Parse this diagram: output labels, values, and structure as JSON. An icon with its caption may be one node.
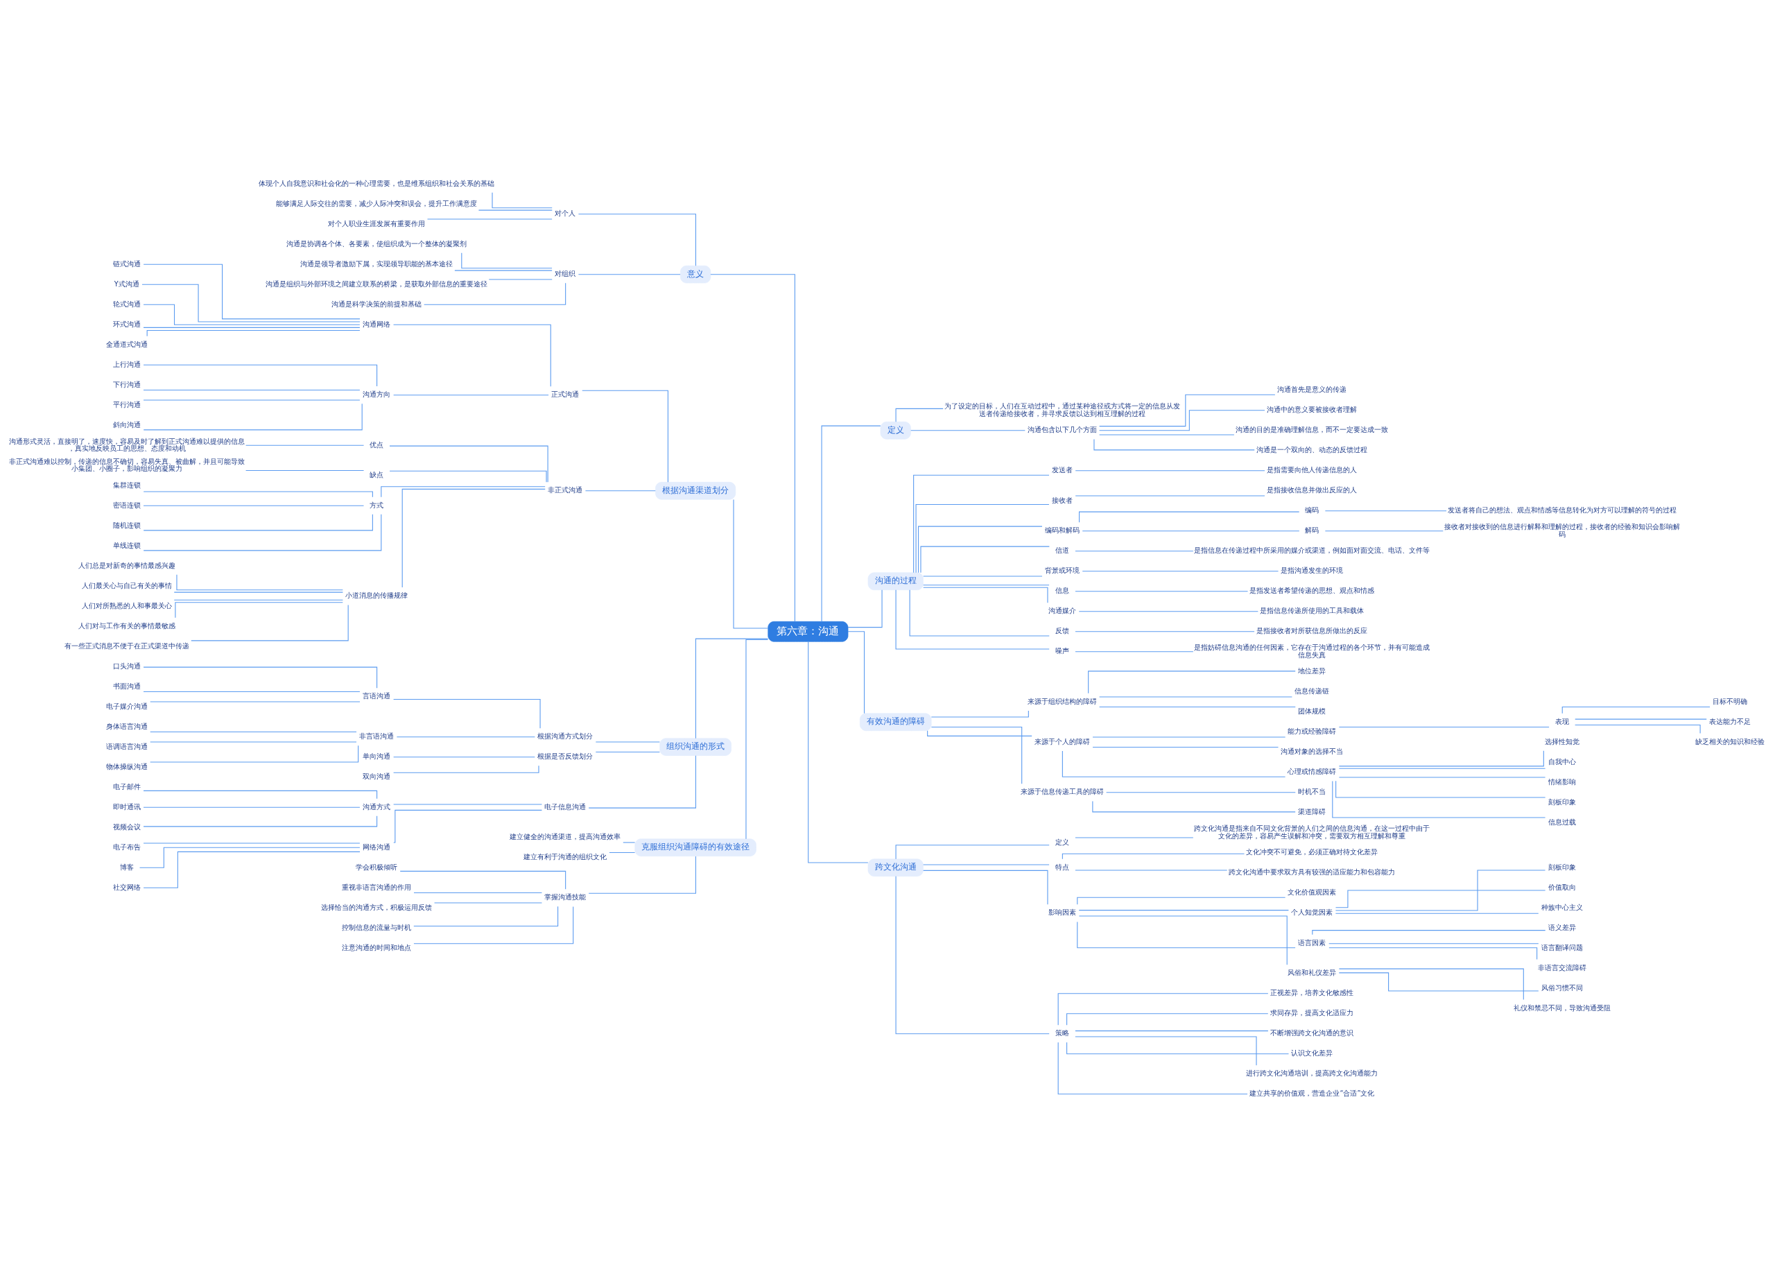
{
  "diagram": {
    "nodes": [
      {
        "text": [
          "第六章：沟通"
        ]
      },
      {
        "text": [
          "意义"
        ]
      },
      {
        "text": [
          "对个人"
        ]
      },
      {
        "text": [
          "体现个人自我意识和社会化的一种心理需要，也是维系组织和社会关系的基础"
        ]
      },
      {
        "text": [
          "能够满足人际交往的需要，减少人际冲突和误会，提升工作满意度"
        ]
      },
      {
        "text": [
          "对个人职业生涯发展有重要作用"
        ]
      },
      {
        "text": [
          "对组织"
        ]
      },
      {
        "text": [
          "沟通是协调各个体、各要素，使组织成为一个整体的凝聚剂"
        ]
      },
      {
        "text": [
          "沟通是领导者激励下属，实现领导职能的基本途径"
        ]
      },
      {
        "text": [
          "沟通是组织与外部环境之间建立联系的桥梁，是获取外部信息的重要途径"
        ]
      },
      {
        "text": [
          "沟通是科学决策的前提和基础"
        ]
      },
      {
        "text": [
          "根据沟通渠道划分"
        ]
      },
      {
        "text": [
          "正式沟通"
        ]
      },
      {
        "text": [
          "沟通网络"
        ]
      },
      {
        "text": [
          "链式沟通"
        ]
      },
      {
        "text": [
          "Y式沟通"
        ]
      },
      {
        "text": [
          "轮式沟通"
        ]
      },
      {
        "text": [
          "环式沟通"
        ]
      },
      {
        "text": [
          "全通道式沟通"
        ]
      },
      {
        "text": [
          "沟通方向"
        ]
      },
      {
        "text": [
          "上行沟通"
        ]
      },
      {
        "text": [
          "下行沟通"
        ]
      },
      {
        "text": [
          "平行沟通"
        ]
      },
      {
        "text": [
          "斜向沟通"
        ]
      },
      {
        "text": [
          "非正式沟通"
        ]
      },
      {
        "text": [
          "优点"
        ]
      },
      {
        "text": [
          "沟通形式灵活，直接明了，速度快，容易及时了解到正式沟通难以提供的信息，真实地反映员工的思想、态度和动机"
        ]
      },
      {
        "text": [
          "缺点"
        ]
      },
      {
        "text": [
          "非正式沟通难以控制，传递的信息不确切，容易失真、被曲解，并且可能导致小集团、小圈子，影响组织的凝聚力"
        ]
      },
      {
        "text": [
          "方式"
        ]
      },
      {
        "text": [
          "集群连锁"
        ]
      },
      {
        "text": [
          "密语连锁"
        ]
      },
      {
        "text": [
          "随机连锁"
        ]
      },
      {
        "text": [
          "单线连锁"
        ]
      },
      {
        "text": [
          "小道消息的传播规律"
        ]
      },
      {
        "text": [
          "人们总是对新奇的事情最感兴趣"
        ]
      },
      {
        "text": [
          "人们最关心与自己有关的事情"
        ]
      },
      {
        "text": [
          "人们对所熟悉的人和事最关心"
        ]
      },
      {
        "text": [
          "人们对与工作有关的事情最敏感"
        ]
      },
      {
        "text": [
          "有一些正式消息不便于在正式渠道中传递"
        ]
      },
      {
        "text": [
          "组织沟通的形式"
        ]
      },
      {
        "text": [
          "根据沟通方式划分"
        ]
      },
      {
        "text": [
          "言语沟通"
        ]
      },
      {
        "text": [
          "口头沟通"
        ]
      },
      {
        "text": [
          "书面沟通"
        ]
      },
      {
        "text": [
          "电子媒介沟通"
        ]
      },
      {
        "text": [
          "非言语沟通"
        ]
      },
      {
        "text": [
          "身体语言沟通"
        ]
      },
      {
        "text": [
          "语调语言沟通"
        ]
      },
      {
        "text": [
          "物体操纵沟通"
        ]
      },
      {
        "text": [
          "根据是否反馈划分"
        ]
      },
      {
        "text": [
          "单向沟通"
        ]
      },
      {
        "text": [
          "双向沟通"
        ]
      },
      {
        "text": [
          "电子信息沟通"
        ]
      },
      {
        "text": [
          "沟通方式"
        ]
      },
      {
        "text": [
          "电子邮件"
        ]
      },
      {
        "text": [
          "即时通讯"
        ]
      },
      {
        "text": [
          "视频会议"
        ]
      },
      {
        "text": [
          "网络沟通"
        ]
      },
      {
        "text": [
          "电子布告"
        ]
      },
      {
        "text": [
          "博客"
        ]
      },
      {
        "text": [
          "社交网络"
        ]
      },
      {
        "text": [
          "克服组织沟通障碍的有效途径"
        ]
      },
      {
        "text": [
          "建立健全的沟通渠道，提高沟通效率"
        ]
      },
      {
        "text": [
          "建立有利于沟通的组织文化"
        ]
      },
      {
        "text": [
          "掌握沟通技能"
        ]
      },
      {
        "text": [
          "学会积极倾听"
        ]
      },
      {
        "text": [
          "重视非语言沟通的作用"
        ]
      },
      {
        "text": [
          "选择恰当的沟通方式，积极运用反馈"
        ]
      },
      {
        "text": [
          "控制信息的流量与时机"
        ]
      },
      {
        "text": [
          "注意沟通的时间和地点"
        ]
      },
      {
        "text": [
          "定义"
        ]
      },
      {
        "text": [
          "为了设定的目标，人们在互动过程中，通过某种途径或方式将一定的信息从发送者传递给接收者，并寻求反馈以达到相互理解的过程"
        ]
      },
      {
        "text": [
          "沟通包含以下几个方面"
        ]
      },
      {
        "text": [
          "沟通首先是意义的传递"
        ]
      },
      {
        "text": [
          "沟通中的意义要被接收者理解"
        ]
      },
      {
        "text": [
          "沟通的目的是准确理解信息，而不一定要达成一致"
        ]
      },
      {
        "text": [
          "沟通是一个双向的、动态的反馈过程"
        ]
      },
      {
        "text": [
          "沟通的过程"
        ]
      },
      {
        "text": [
          "发送者"
        ]
      },
      {
        "text": [
          "是指需要向他人传递信息的人"
        ]
      },
      {
        "text": [
          "接收者"
        ]
      },
      {
        "text": [
          "是指接收信息并做出反应的人"
        ]
      },
      {
        "text": [
          "编码和解码"
        ]
      },
      {
        "text": [
          "编码"
        ]
      },
      {
        "text": [
          "发送者将自己的想法、观点和情感等信息转化为对方可以理解的符号的过程"
        ]
      },
      {
        "text": [
          "解码"
        ]
      },
      {
        "text": [
          "接收者对接收到的信息进行解释和理解的过程，接收者的经验和知识会影响解码"
        ]
      },
      {
        "text": [
          "信道"
        ]
      },
      {
        "text": [
          "是指信息在传递过程中所采用的媒介或渠道，例如面对面交流、电话、文件等"
        ]
      },
      {
        "text": [
          "背景或环境"
        ]
      },
      {
        "text": [
          "是指沟通发生的环境"
        ]
      },
      {
        "text": [
          "信息"
        ]
      },
      {
        "text": [
          "是指发送者希望传递的思想、观点和情感"
        ]
      },
      {
        "text": [
          "沟通媒介"
        ]
      },
      {
        "text": [
          "是指信息传递所使用的工具和载体"
        ]
      },
      {
        "text": [
          "反馈"
        ]
      },
      {
        "text": [
          "是指接收者对所获信息所做出的反应"
        ]
      },
      {
        "text": [
          "噪声"
        ]
      },
      {
        "text": [
          "是指妨碍信息沟通的任何因素，它存在于沟通过程的各个环节，并有可能造成信息失真"
        ]
      },
      {
        "text": [
          "有效沟通的障碍"
        ]
      },
      {
        "text": [
          "来源于组织结构的障碍"
        ]
      },
      {
        "text": [
          "地位差异"
        ]
      },
      {
        "text": [
          "信息传递链"
        ]
      },
      {
        "text": [
          "团体规模"
        ]
      },
      {
        "text": [
          "来源于个人的障碍"
        ]
      },
      {
        "text": [
          "能力或经验障碍"
        ]
      },
      {
        "text": [
          "表现"
        ]
      },
      {
        "text": [
          "目标不明确"
        ]
      },
      {
        "text": [
          "表达能力不足"
        ]
      },
      {
        "text": [
          "缺乏相关的知识和经验"
        ]
      },
      {
        "text": [
          "沟通对象的选择不当"
        ]
      },
      {
        "text": [
          "心理或情感障碍"
        ]
      },
      {
        "text": [
          "选择性知觉"
        ]
      },
      {
        "text": [
          "自我中心"
        ]
      },
      {
        "text": [
          "情绪影响"
        ]
      },
      {
        "text": [
          "刻板印象"
        ]
      },
      {
        "text": [
          "信息过载"
        ]
      },
      {
        "text": [
          "来源于信息传递工具的障碍"
        ]
      },
      {
        "text": [
          "时机不当"
        ]
      },
      {
        "text": [
          "渠道障碍"
        ]
      },
      {
        "text": [
          "跨文化沟通"
        ]
      },
      {
        "text": [
          "定义"
        ]
      },
      {
        "text": [
          "跨文化沟通是指来自不同文化背景的人们之间的信息沟通，在这一过程中由于文化的差异，容易产生误解和冲突，需要双方相互理解和尊重"
        ]
      },
      {
        "text": [
          "特点"
        ]
      },
      {
        "text": [
          "文化冲突不可避免，必须正确对待文化差异"
        ]
      },
      {
        "text": [
          "跨文化沟通中要求双方具有较强的适应能力和包容能力"
        ]
      },
      {
        "text": [
          "影响因素"
        ]
      },
      {
        "text": [
          "文化价值观因素"
        ]
      },
      {
        "text": [
          "个人知觉因素"
        ]
      },
      {
        "text": [
          "刻板印象"
        ]
      },
      {
        "text": [
          "价值取向"
        ]
      },
      {
        "text": [
          "种族中心主义"
        ]
      },
      {
        "text": [
          "语言因素"
        ]
      },
      {
        "text": [
          "语义差异"
        ]
      },
      {
        "text": [
          "语言翻译问题"
        ]
      },
      {
        "text": [
          "非语言交流障碍"
        ]
      },
      {
        "text": [
          "风俗和礼仪差异"
        ]
      },
      {
        "text": [
          "风俗习惯不同"
        ]
      },
      {
        "text": [
          "礼仪和禁忌不同，导致沟通受阻"
        ]
      },
      {
        "text": [
          "策略"
        ]
      },
      {
        "text": [
          "正视差异，培养文化敏感性"
        ]
      },
      {
        "text": [
          "求同存异，提高文化适应力"
        ]
      },
      {
        "text": [
          "不断增强跨文化沟通的意识"
        ]
      },
      {
        "text": [
          "认识文化差异"
        ]
      },
      {
        "text": [
          "进行跨文化沟通培训，提高跨文化沟通能力"
        ]
      },
      {
        "text": [
          "建立共享的价值观，营造企业“合适”文化"
        ]
      }
    ],
    "edges": [
      {
        "from": 0,
        "to": 1,
        "arrow": "none"
      },
      {
        "from": 0,
        "to": 11,
        "arrow": "none"
      },
      {
        "from": 0,
        "to": 40,
        "arrow": "none"
      },
      {
        "from": 0,
        "to": 62,
        "arrow": "none"
      },
      {
        "from": 0,
        "to": 71,
        "arrow": "none"
      },
      {
        "from": 0,
        "to": 78,
        "arrow": "none"
      },
      {
        "from": 0,
        "to": 100,
        "arrow": "none"
      },
      {
        "from": 0,
        "to": 121,
        "arrow": "none"
      },
      {
        "from": 1,
        "to": 2,
        "arrow": "none"
      },
      {
        "from": 1,
        "to": 6,
        "arrow": "none"
      },
      {
        "from": 2,
        "to": 3,
        "arrow": "none"
      },
      {
        "from": 2,
        "to": 4,
        "arrow": "none"
      },
      {
        "from": 2,
        "to": 5,
        "arrow": "none"
      },
      {
        "from": 6,
        "to": 7,
        "arrow": "none"
      },
      {
        "from": 6,
        "to": 8,
        "arrow": "none"
      },
      {
        "from": 6,
        "to": 9,
        "arrow": "none"
      },
      {
        "from": 6,
        "to": 10,
        "arrow": "none"
      },
      {
        "from": 11,
        "to": 12,
        "arrow": "none"
      },
      {
        "from": 11,
        "to": 24,
        "arrow": "none"
      },
      {
        "from": 12,
        "to": 13,
        "arrow": "none"
      },
      {
        "from": 12,
        "to": 19,
        "arrow": "none"
      },
      {
        "from": 13,
        "to": 14,
        "arrow": "none"
      },
      {
        "from": 13,
        "to": 15,
        "arrow": "none"
      },
      {
        "from": 13,
        "to": 16,
        "arrow": "none"
      },
      {
        "from": 13,
        "to": 17,
        "arrow": "none"
      },
      {
        "from": 13,
        "to": 18,
        "arrow": "none"
      },
      {
        "from": 19,
        "to": 20,
        "arrow": "none"
      },
      {
        "from": 19,
        "to": 21,
        "arrow": "none"
      },
      {
        "from": 19,
        "to": 22,
        "arrow": "none"
      },
      {
        "from": 19,
        "to": 23,
        "arrow": "none"
      },
      {
        "from": 24,
        "to": 25,
        "arrow": "none"
      },
      {
        "from": 24,
        "to": 27,
        "arrow": "none"
      },
      {
        "from": 24,
        "to": 29,
        "arrow": "none"
      },
      {
        "from": 24,
        "to": 34,
        "arrow": "none"
      },
      {
        "from": 25,
        "to": 26,
        "arrow": "none"
      },
      {
        "from": 27,
        "to": 28,
        "arrow": "none"
      },
      {
        "from": 29,
        "to": 30,
        "arrow": "none"
      },
      {
        "from": 29,
        "to": 31,
        "arrow": "none"
      },
      {
        "from": 29,
        "to": 32,
        "arrow": "none"
      },
      {
        "from": 29,
        "to": 33,
        "arrow": "none"
      },
      {
        "from": 34,
        "to": 35,
        "arrow": "none"
      },
      {
        "from": 34,
        "to": 36,
        "arrow": "none"
      },
      {
        "from": 34,
        "to": 37,
        "arrow": "none"
      },
      {
        "from": 34,
        "to": 38,
        "arrow": "none"
      },
      {
        "from": 34,
        "to": 39,
        "arrow": "none"
      },
      {
        "from": 40,
        "to": 41,
        "arrow": "none"
      },
      {
        "from": 40,
        "to": 50,
        "arrow": "none"
      },
      {
        "from": 40,
        "to": 53,
        "arrow": "none"
      },
      {
        "from": 41,
        "to": 42,
        "arrow": "none"
      },
      {
        "from": 41,
        "to": 46,
        "arrow": "none"
      },
      {
        "from": 42,
        "to": 43,
        "arrow": "none"
      },
      {
        "from": 42,
        "to": 44,
        "arrow": "none"
      },
      {
        "from": 42,
        "to": 45,
        "arrow": "none"
      },
      {
        "from": 46,
        "to": 47,
        "arrow": "none"
      },
      {
        "from": 46,
        "to": 48,
        "arrow": "none"
      },
      {
        "from": 46,
        "to": 49,
        "arrow": "none"
      },
      {
        "from": 50,
        "to": 51,
        "arrow": "none"
      },
      {
        "from": 50,
        "to": 52,
        "arrow": "none"
      },
      {
        "from": 53,
        "to": 54,
        "arrow": "none"
      },
      {
        "from": 53,
        "to": 58,
        "arrow": "none"
      },
      {
        "from": 54,
        "to": 55,
        "arrow": "none"
      },
      {
        "from": 54,
        "to": 56,
        "arrow": "none"
      },
      {
        "from": 54,
        "to": 57,
        "arrow": "none"
      },
      {
        "from": 58,
        "to": 59,
        "arrow": "none"
      },
      {
        "from": 58,
        "to": 60,
        "arrow": "none"
      },
      {
        "from": 58,
        "to": 61,
        "arrow": "none"
      },
      {
        "from": 62,
        "to": 63,
        "arrow": "none"
      },
      {
        "from": 62,
        "to": 64,
        "arrow": "none"
      },
      {
        "from": 62,
        "to": 65,
        "arrow": "none"
      },
      {
        "from": 65,
        "to": 66,
        "arrow": "none"
      },
      {
        "from": 65,
        "to": 67,
        "arrow": "none"
      },
      {
        "from": 65,
        "to": 68,
        "arrow": "none"
      },
      {
        "from": 65,
        "to": 69,
        "arrow": "none"
      },
      {
        "from": 65,
        "to": 70,
        "arrow": "none"
      },
      {
        "from": 71,
        "to": 72,
        "arrow": "none"
      },
      {
        "from": 71,
        "to": 73,
        "arrow": "none"
      },
      {
        "from": 73,
        "to": 74,
        "arrow": "none"
      },
      {
        "from": 73,
        "to": 75,
        "arrow": "none"
      },
      {
        "from": 73,
        "to": 76,
        "arrow": "none"
      },
      {
        "from": 73,
        "to": 77,
        "arrow": "none"
      },
      {
        "from": 78,
        "to": 79,
        "arrow": "none"
      },
      {
        "from": 78,
        "to": 81,
        "arrow": "none"
      },
      {
        "from": 78,
        "to": 83,
        "arrow": "none"
      },
      {
        "from": 78,
        "to": 88,
        "arrow": "none"
      },
      {
        "from": 78,
        "to": 90,
        "arrow": "none"
      },
      {
        "from": 78,
        "to": 92,
        "arrow": "none"
      },
      {
        "from": 78,
        "to": 94,
        "arrow": "none"
      },
      {
        "from": 78,
        "to": 96,
        "arrow": "none"
      },
      {
        "from": 78,
        "to": 98,
        "arrow": "none"
      },
      {
        "from": 79,
        "to": 80,
        "arrow": "none"
      },
      {
        "from": 81,
        "to": 82,
        "arrow": "none"
      },
      {
        "from": 83,
        "to": 84,
        "arrow": "none"
      },
      {
        "from": 83,
        "to": 86,
        "arrow": "none"
      },
      {
        "from": 84,
        "to": 85,
        "arrow": "none"
      },
      {
        "from": 86,
        "to": 87,
        "arrow": "none"
      },
      {
        "from": 88,
        "to": 89,
        "arrow": "none"
      },
      {
        "from": 90,
        "to": 91,
        "arrow": "none"
      },
      {
        "from": 92,
        "to": 93,
        "arrow": "none"
      },
      {
        "from": 94,
        "to": 95,
        "arrow": "none"
      },
      {
        "from": 96,
        "to": 97,
        "arrow": "none"
      },
      {
        "from": 98,
        "to": 99,
        "arrow": "none"
      },
      {
        "from": 100,
        "to": 101,
        "arrow": "none"
      },
      {
        "from": 100,
        "to": 105,
        "arrow": "none"
      },
      {
        "from": 100,
        "to": 118,
        "arrow": "none"
      },
      {
        "from": 101,
        "to": 102,
        "arrow": "none"
      },
      {
        "from": 101,
        "to": 103,
        "arrow": "none"
      },
      {
        "from": 101,
        "to": 104,
        "arrow": "none"
      },
      {
        "from": 105,
        "to": 106,
        "arrow": "none"
      },
      {
        "from": 105,
        "to": 111,
        "arrow": "none"
      },
      {
        "from": 105,
        "to": 112,
        "arrow": "none"
      },
      {
        "from": 106,
        "to": 107,
        "arrow": "none"
      },
      {
        "from": 107,
        "to": 108,
        "arrow": "none"
      },
      {
        "from": 107,
        "to": 109,
        "arrow": "none"
      },
      {
        "from": 107,
        "to": 110,
        "arrow": "none"
      },
      {
        "from": 112,
        "to": 113,
        "arrow": "none"
      },
      {
        "from": 112,
        "to": 114,
        "arrow": "none"
      },
      {
        "from": 112,
        "to": 115,
        "arrow": "none"
      },
      {
        "from": 112,
        "to": 116,
        "arrow": "none"
      },
      {
        "from": 112,
        "to": 117,
        "arrow": "none"
      },
      {
        "from": 118,
        "to": 119,
        "arrow": "none"
      },
      {
        "from": 118,
        "to": 120,
        "arrow": "none"
      },
      {
        "from": 121,
        "to": 122,
        "arrow": "none"
      },
      {
        "from": 121,
        "to": 124,
        "arrow": "none"
      },
      {
        "from": 121,
        "to": 127,
        "arrow": "none"
      },
      {
        "from": 121,
        "to": 140,
        "arrow": "none"
      },
      {
        "from": 122,
        "to": 123,
        "arrow": "none"
      },
      {
        "from": 124,
        "to": 125,
        "arrow": "none"
      },
      {
        "from": 124,
        "to": 126,
        "arrow": "none"
      },
      {
        "from": 127,
        "to": 128,
        "arrow": "none"
      },
      {
        "from": 127,
        "to": 129,
        "arrow": "none"
      },
      {
        "from": 127,
        "to": 133,
        "arrow": "none"
      },
      {
        "from": 127,
        "to": 137,
        "arrow": "none"
      },
      {
        "from": 129,
        "to": 130,
        "arrow": "none"
      },
      {
        "from": 129,
        "to": 131,
        "arrow": "none"
      },
      {
        "from": 129,
        "to": 132,
        "arrow": "none"
      },
      {
        "from": 133,
        "to": 134,
        "arrow": "none"
      },
      {
        "from": 133,
        "to": 135,
        "arrow": "none"
      },
      {
        "from": 133,
        "to": 136,
        "arrow": "none"
      },
      {
        "from": 137,
        "to": 138,
        "arrow": "none"
      },
      {
        "from": 137,
        "to": 139,
        "arrow": "none"
      },
      {
        "from": 140,
        "to": 141,
        "arrow": "none"
      },
      {
        "from": 140,
        "to": 142,
        "arrow": "none"
      },
      {
        "from": 140,
        "to": 143,
        "arrow": "none"
      },
      {
        "from": 140,
        "to": 144,
        "arrow": "none"
      },
      {
        "from": 140,
        "to": 145,
        "arrow": "none"
      },
      {
        "from": 140,
        "to": 146,
        "arrow": "none"
      }
    ]
  }
}
